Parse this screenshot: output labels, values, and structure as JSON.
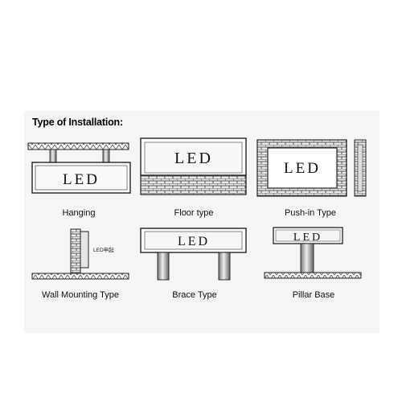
{
  "heading": "Type of Installation:",
  "sign_text": "LED",
  "small_sign_text": "LED申起",
  "items": [
    {
      "label": "Hanging"
    },
    {
      "label": "Floor type"
    },
    {
      "label": "Push-in Type"
    },
    {
      "label": "Wall Mounting Type"
    },
    {
      "label": "Brace Type"
    },
    {
      "label": "Pillar Base"
    }
  ],
  "colors": {
    "background": "#f5f5f5",
    "line": "#222222",
    "panel_shade": "#d6d6d6"
  }
}
